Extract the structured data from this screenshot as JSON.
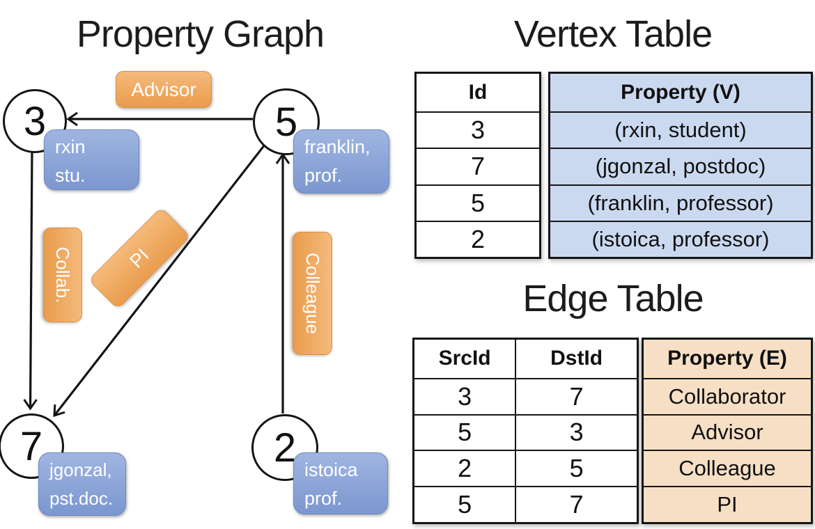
{
  "titles": {
    "graph": "Property Graph",
    "vertex_table": "Vertex Table",
    "edge_table": "Edge Table"
  },
  "graph": {
    "vertices": [
      {
        "id": "3",
        "label_lines": [
          "rxin",
          "stu."
        ]
      },
      {
        "id": "5",
        "label_lines": [
          "franklin,",
          "prof."
        ]
      },
      {
        "id": "7",
        "label_lines": [
          "jgonzal,",
          "pst.doc."
        ]
      },
      {
        "id": "2",
        "label_lines": [
          "istoica",
          "prof."
        ]
      }
    ],
    "edges": [
      {
        "src": "5",
        "dst": "3",
        "label": "Advisor"
      },
      {
        "src": "3",
        "dst": "7",
        "label": "Collab."
      },
      {
        "src": "5",
        "dst": "7",
        "label": "PI"
      },
      {
        "src": "2",
        "dst": "5",
        "label": "Colleague"
      }
    ]
  },
  "vertex_table": {
    "columns": [
      "Id",
      "Property (V)"
    ],
    "rows": [
      [
        "3",
        "(rxin, student)"
      ],
      [
        "7",
        "(jgonzal, postdoc)"
      ],
      [
        "5",
        "(franklin, professor)"
      ],
      [
        "2",
        "(istoica, professor)"
      ]
    ]
  },
  "edge_table": {
    "columns": [
      "SrcId",
      "DstId",
      "Property (E)"
    ],
    "rows": [
      [
        "3",
        "7",
        "Collaborator"
      ],
      [
        "5",
        "3",
        "Advisor"
      ],
      [
        "2",
        "5",
        "Colleague"
      ],
      [
        "5",
        "7",
        "PI"
      ]
    ]
  },
  "colors": {
    "edge_label_orange": "#efa75f",
    "vertex_label_blue": "#84a0d4",
    "vertex_property_bg": "#cbd9f0",
    "edge_property_bg": "#f6dfc5",
    "line_black": "#141414"
  }
}
